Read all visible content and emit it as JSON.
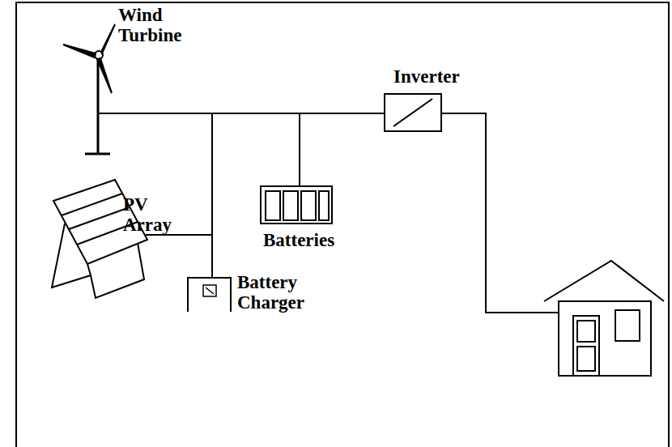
{
  "diagram": {
    "labels": [
      "Wind Turbine",
      "Inverter",
      "PV Array",
      "Batteries",
      "Battery Charger"
    ]
  }
}
